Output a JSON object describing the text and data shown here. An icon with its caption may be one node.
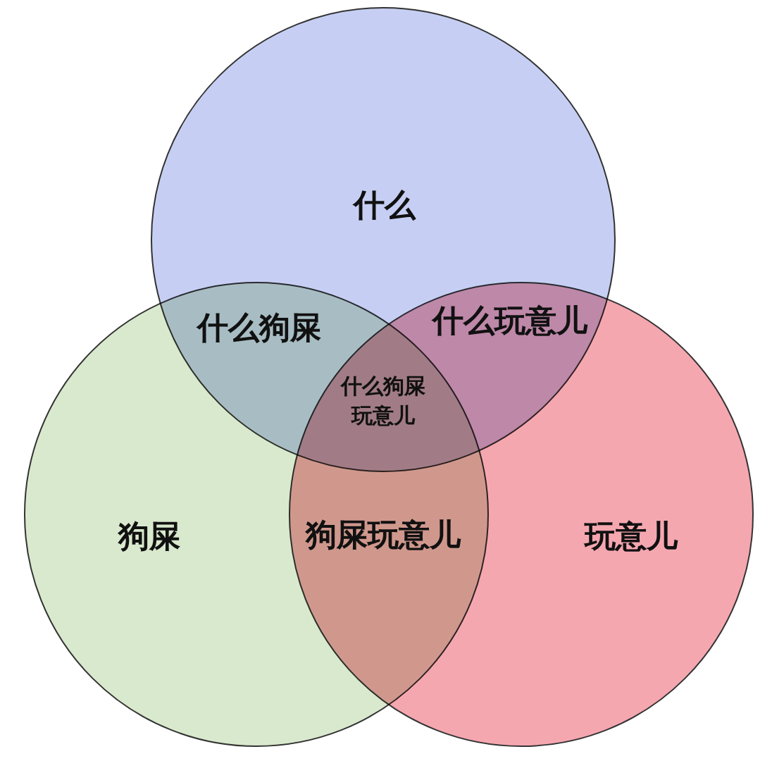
{
  "diagram": {
    "nodes": [
      {
        "text": [
          "什么"
        ]
      },
      {
        "text": [
          "狗屎"
        ]
      },
      {
        "text": [
          "玩意儿"
        ]
      }
    ],
    "labels": [
      "什么狗屎",
      "什么玩意儿",
      "什么狗屎玩意儿",
      "狗屎玩意儿"
    ]
  }
}
